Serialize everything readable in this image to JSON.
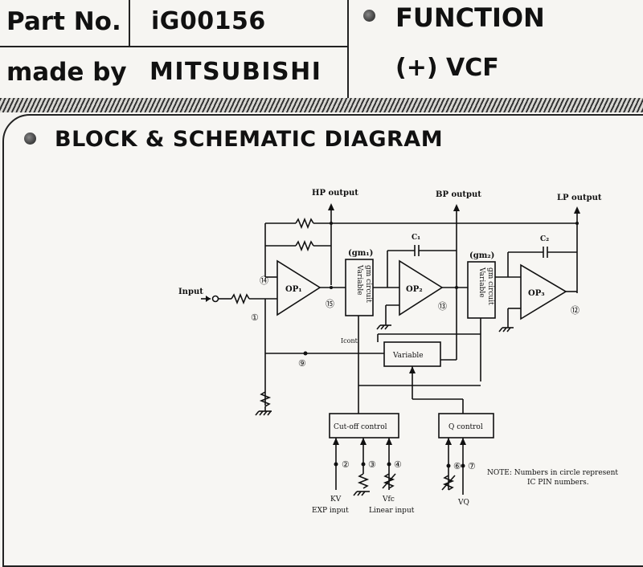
{
  "header": {
    "part_label": "Part No.",
    "part_value": "iG00156",
    "maker_label": "made by",
    "maker_value": "MITSUBISHI",
    "function_label": "FUNCTION",
    "function_value": "(+) VCF"
  },
  "section": {
    "title": "BLOCK & SCHEMATIC DIAGRAM"
  },
  "diagram": {
    "outputs": {
      "hp": "HP output",
      "bp": "BP output",
      "lp": "LP output"
    },
    "input": "Input",
    "op1": "OP₁",
    "op2": "OP₂",
    "op3": "OP₃",
    "gm1": "(gm₁)",
    "gm2": "(gm₂)",
    "var_line1": "Variable",
    "var_line2": "gm circuit",
    "c1": "C₁",
    "c2": "C₂",
    "icont": "Icont",
    "variable_block": "Variable",
    "cutoff_block": "Cut-off control",
    "q_block": "Q control",
    "pins": {
      "p1": "①",
      "p2": "②",
      "p3": "③",
      "p4": "④",
      "p6": "⑥",
      "p7": "⑦",
      "p9": "⑨",
      "p12": "⑫",
      "p13": "⑬",
      "p14": "⑭",
      "p15": "⑮"
    },
    "kv": "KV",
    "exp_input": "EXP input",
    "vfc": "Vfc",
    "linear_input": "Linear input",
    "vq": "VQ",
    "note_line1": "NOTE:  Numbers in circle represent",
    "note_line2": "IC PIN numbers."
  }
}
